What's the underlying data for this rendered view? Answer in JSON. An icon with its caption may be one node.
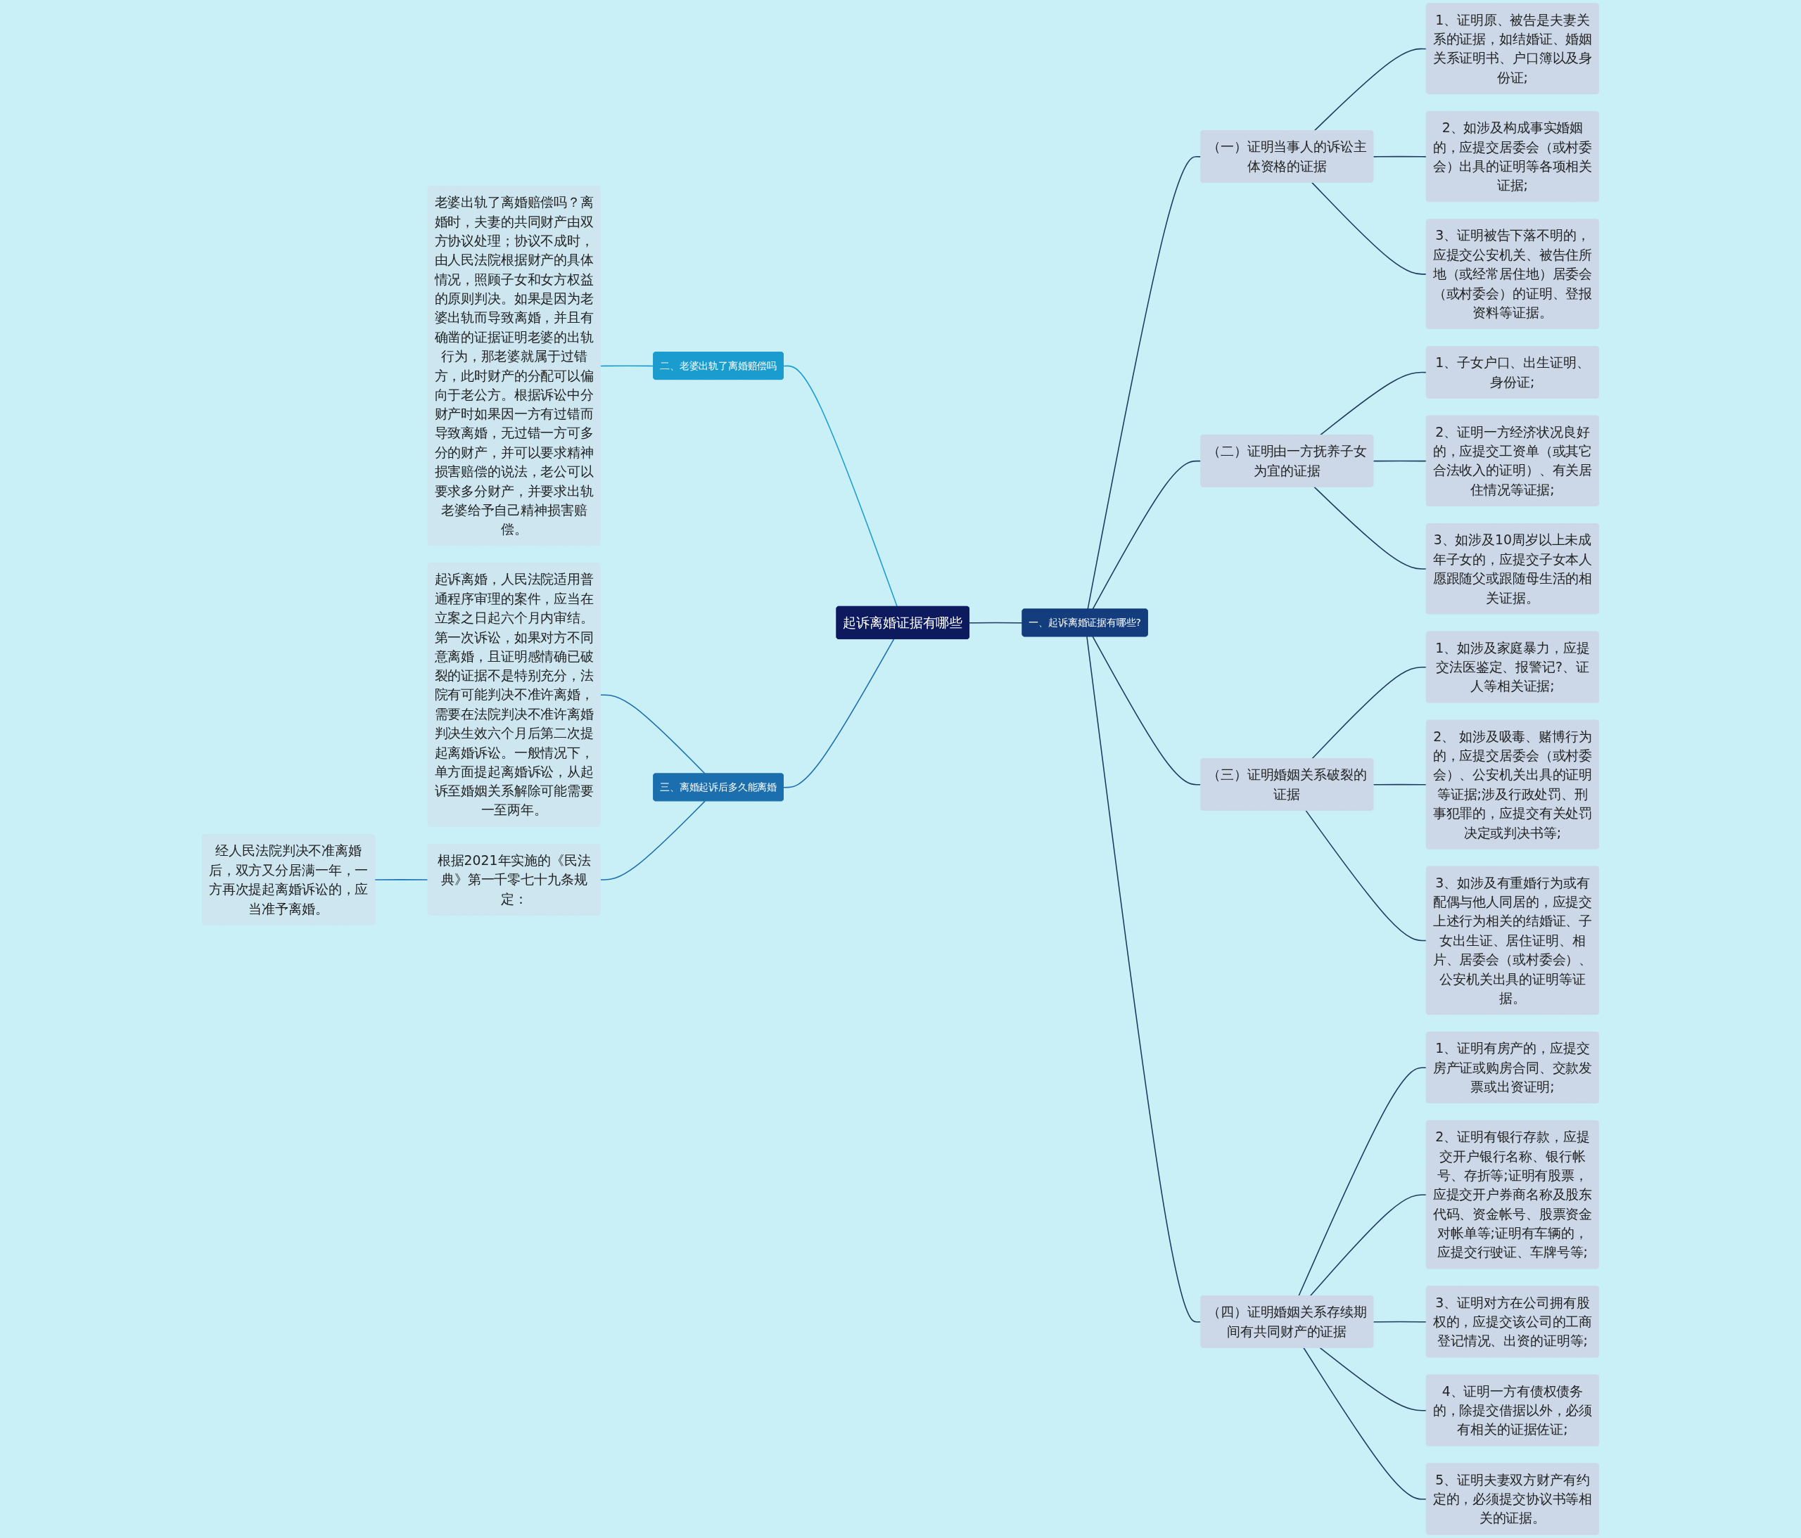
{
  "diagram": {
    "nodes": [
      {
        "text": [
          "起诉离婚证据有哪些"
        ]
      },
      {
        "text": [
          "一、起诉离婚证据有哪些?"
        ]
      },
      {
        "text": [
          "（一）证明当事人的诉讼主体资格的证据"
        ]
      },
      {
        "text": [
          "1、证明原、被告是夫妻关系的证据，如结婚证、婚姻关系证明书、户口簿以及身份证;"
        ]
      },
      {
        "text": [
          "2、如涉及构成事实婚姻的，应提交居委会（或村委会）出具的证明等各项相关证据;"
        ]
      },
      {
        "text": [
          "3、证明被告下落不明的，应提交公安机关、被告住所地（或经常居住地）居委会（或村委会）的证明、登报资料等证据。"
        ]
      },
      {
        "text": [
          "（二）证明由一方抚养子女为宜的证据"
        ]
      },
      {
        "text": [
          "1、子女户口、出生证明、身份证;"
        ]
      },
      {
        "text": [
          "2、证明一方经济状况良好的，应提交工资单（或其它合法收入的证明）、有关居住情况等证据;"
        ]
      },
      {
        "text": [
          "3、如涉及10周岁以上未成年子女的，应提交子女本人愿跟随父或跟随母生活的相关证据。"
        ]
      },
      {
        "text": [
          "（三）证明婚姻关系破裂的证据"
        ]
      },
      {
        "text": [
          "1、如涉及家庭暴力，应提交法医鉴定、报警记?、证人等相关证据;"
        ]
      },
      {
        "text": [
          "2、 如涉及吸毒、赌博行为的，应提交居委会（或村委会）、公安机关出具的证明等证据;涉及行政处罚、刑事犯罪的，应提交有关处罚决定或判决书等;"
        ]
      },
      {
        "text": [
          "3、如涉及有重婚行为或有配偶与他人同居的，应提交上述行为相关的结婚证、子女出生证、居住证明、相片、居委会（或村委会）、公安机关出具的证明等证据。"
        ]
      },
      {
        "text": [
          "（四）证明婚姻关系存续期间有共同财产的证据"
        ]
      },
      {
        "text": [
          "1、证明有房产的，应提交房产证或购房合同、交款发票或出资证明;"
        ]
      },
      {
        "text": [
          "2、证明有银行存款，应提交开户银行名称、银行帐号、存折等;证明有股票，应提交开户券商名称及股东代码、资金帐号、股票资金对帐单等;证明有车辆的，应提交行驶证、车牌号等;"
        ]
      },
      {
        "text": [
          "3、证明对方在公司拥有股权的，应提交该公司的工商登记情况、出资的证明等;"
        ]
      },
      {
        "text": [
          "4、证明一方有债权债务的，除提交借据以外，必须有相关的证据佐证;"
        ]
      },
      {
        "text": [
          "5、证明夫妻双方财产有约定的，必须提交协议书等相关的证据。"
        ]
      },
      {
        "text": [
          "二、老婆出轨了离婚赔偿吗"
        ]
      },
      {
        "text": [
          "老婆出轨了离婚赔偿吗？离婚时，夫妻的共同财产由双方协议处理；协议不成时，由人民法院根据财产的具体情况，照顾子女和女方权益的原则判决。如果是因为老婆出轨而导致离婚，并且有确凿的证据证明老婆的出轨行为，那老婆就属于过错方，此时财产的分配可以偏向于老公方。根据诉讼中分财产时如果因一方有过错而导致离婚，无过错一方可多分的财产，并可以要求精神损害赔偿的说法，老公可以要求多分财产，并要求出轨老婆给予自己精神损害赔偿。"
        ]
      },
      {
        "text": [
          "三、离婚起诉后多久能离婚"
        ]
      },
      {
        "text": [
          "起诉离婚，人民法院适用普通程序审理的案件，应当在立案之日起六个月内审结。第一次诉讼，如果对方不同意离婚，且证明感情确已破裂的证据不是特别充分，法院有可能判决不准许离婚，需要在法院判决不准许离婚判决生效六个月后第二次提起离婚诉讼。一般情况下，单方面提起离婚诉讼，从起诉至婚姻关系解除可能需要一至两年。"
        ]
      },
      {
        "text": [
          "根据2021年实施的《民法典》第一千零七十九条规定："
        ]
      },
      {
        "text": [
          "经人民法院判决不准离婚后，双方又分居满一年，一方再次提起离婚诉讼的，应当准予离婚。"
        ]
      }
    ],
    "edges": [
      {
        "from": 0,
        "to": 1,
        "arrow": "none"
      },
      {
        "from": 1,
        "to": 2,
        "arrow": "none"
      },
      {
        "from": 2,
        "to": 3,
        "arrow": "none"
      },
      {
        "from": 2,
        "to": 4,
        "arrow": "none"
      },
      {
        "from": 2,
        "to": 5,
        "arrow": "none"
      },
      {
        "from": 1,
        "to": 6,
        "arrow": "none"
      },
      {
        "from": 6,
        "to": 7,
        "arrow": "none"
      },
      {
        "from": 6,
        "to": 8,
        "arrow": "none"
      },
      {
        "from": 6,
        "to": 9,
        "arrow": "none"
      },
      {
        "from": 1,
        "to": 10,
        "arrow": "none"
      },
      {
        "from": 10,
        "to": 11,
        "arrow": "none"
      },
      {
        "from": 10,
        "to": 12,
        "arrow": "none"
      },
      {
        "from": 10,
        "to": 13,
        "arrow": "none"
      },
      {
        "from": 1,
        "to": 14,
        "arrow": "none"
      },
      {
        "from": 14,
        "to": 15,
        "arrow": "none"
      },
      {
        "from": 14,
        "to": 16,
        "arrow": "none"
      },
      {
        "from": 14,
        "to": 17,
        "arrow": "none"
      },
      {
        "from": 14,
        "to": 18,
        "arrow": "none"
      },
      {
        "from": 14,
        "to": 19,
        "arrow": "none"
      },
      {
        "from": 0,
        "to": 20,
        "arrow": "none",
        "color": "#1a9ccf"
      },
      {
        "from": 20,
        "to": 21,
        "arrow": "none",
        "color": "#1a9ccf"
      },
      {
        "from": 0,
        "to": 22,
        "arrow": "none",
        "color": "#1b6fae"
      },
      {
        "from": 22,
        "to": 23,
        "arrow": "none",
        "color": "#1b6fae"
      },
      {
        "from": 22,
        "to": 24,
        "arrow": "none",
        "color": "#1b6fae"
      },
      {
        "from": 24,
        "to": 25,
        "arrow": "none",
        "color": "#1b6fae"
      }
    ]
  }
}
